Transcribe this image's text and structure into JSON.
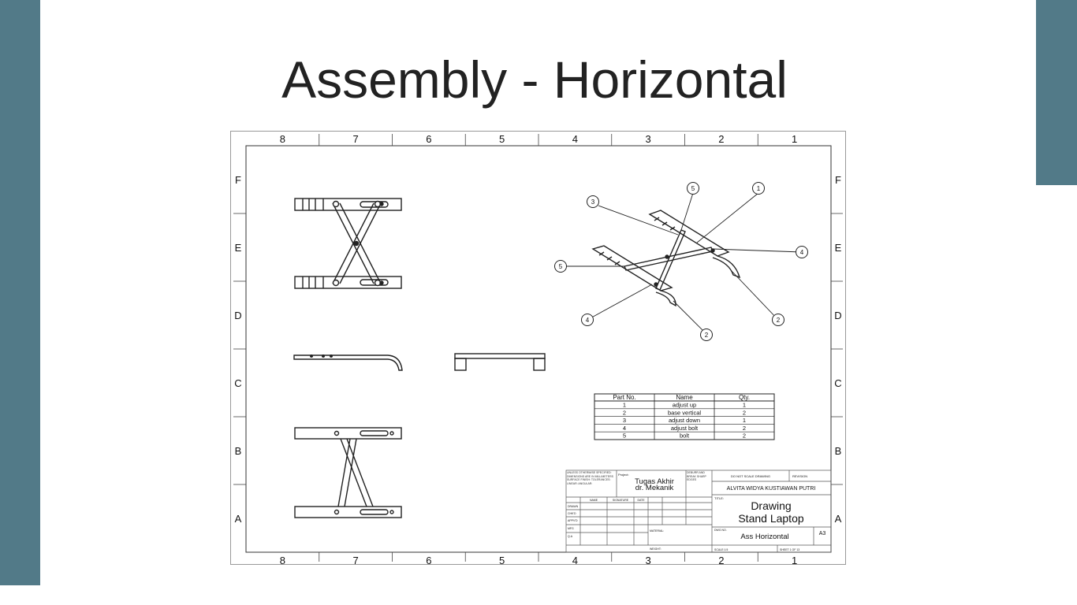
{
  "slide": {
    "title": "Assembly - Horizontal",
    "colors": {
      "accent_bar": "#527a88",
      "background": "#ffffff",
      "line": "#222222"
    }
  },
  "drawing": {
    "zone_columns": [
      "8",
      "7",
      "6",
      "5",
      "4",
      "3",
      "2",
      "1"
    ],
    "zone_rows": [
      "F",
      "E",
      "D",
      "C",
      "B",
      "A"
    ],
    "balloons": [
      "1",
      "2",
      "2",
      "3",
      "4",
      "4",
      "5",
      "5"
    ],
    "bom": {
      "headers": [
        "Part No.",
        "Name",
        "Qty."
      ],
      "rows": [
        [
          "1",
          "adjust up",
          "1"
        ],
        [
          "2",
          "base vertical",
          "2"
        ],
        [
          "3",
          "adjust down",
          "1"
        ],
        [
          "4",
          "adjust bolt",
          "2"
        ],
        [
          "5",
          "bolt",
          "2"
        ]
      ]
    },
    "title_block": {
      "notes": "UNLESS OTHERWISE SPECIFIED: DIMENSIONS ARE IN MILLIMETERS SURFACE FINISH: TOLERANCES: LINEAR: ANGULAR:",
      "project_label": "Project:",
      "project_line1": "Tugas Akhir",
      "project_line2": "dr. Mekanik",
      "deburr_note": "DEBURR AND BREAK SHARP EDGES",
      "do_not_scale": "DO NOT SCALE DRAWING",
      "revision_label": "REVISION",
      "author": "ALVITA WIDYA KUSTIAWAN PUTRI",
      "title_label": "TITLE:",
      "title_line1": "Drawing",
      "title_line2": "Stand Laptop",
      "col_name": "NAME",
      "col_signature": "SIGNATURE",
      "col_date": "DATE",
      "roles": [
        "DRAWN",
        "CHK'D",
        "APPV'D",
        "MFG",
        "Q.A"
      ],
      "material_label": "MATERIAL:",
      "weight_label": "WEIGHT:",
      "dwg_no_label": "DWG NO.",
      "dwg_no": "Ass Horizontal",
      "size": "A3",
      "scale": "SCALE:1:5",
      "sheet": "SHEET 1 OF 13"
    }
  }
}
